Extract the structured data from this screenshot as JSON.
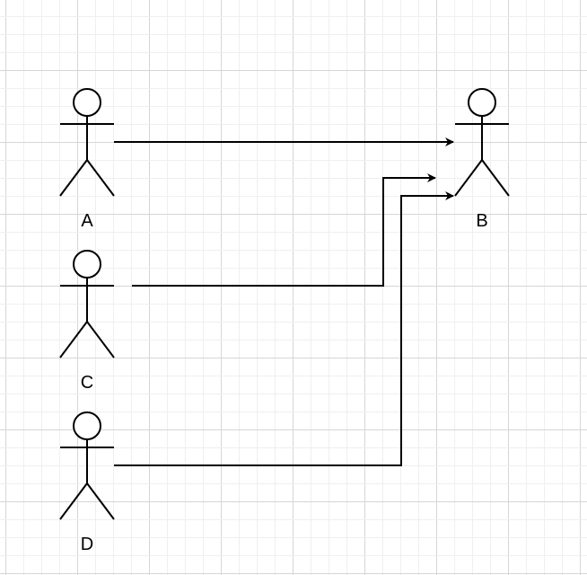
{
  "diagram": {
    "type": "use-case",
    "actors": [
      {
        "id": "A",
        "label": "A"
      },
      {
        "id": "B",
        "label": "B"
      },
      {
        "id": "C",
        "label": "C"
      },
      {
        "id": "D",
        "label": "D"
      }
    ],
    "edges": [
      {
        "from": "A",
        "to": "B"
      },
      {
        "from": "C",
        "to": "B"
      },
      {
        "from": "D",
        "to": "B"
      }
    ],
    "colors": {
      "stroke": "#000000",
      "grid_minor": "#efefef",
      "grid_major": "#d6d6d6"
    }
  }
}
